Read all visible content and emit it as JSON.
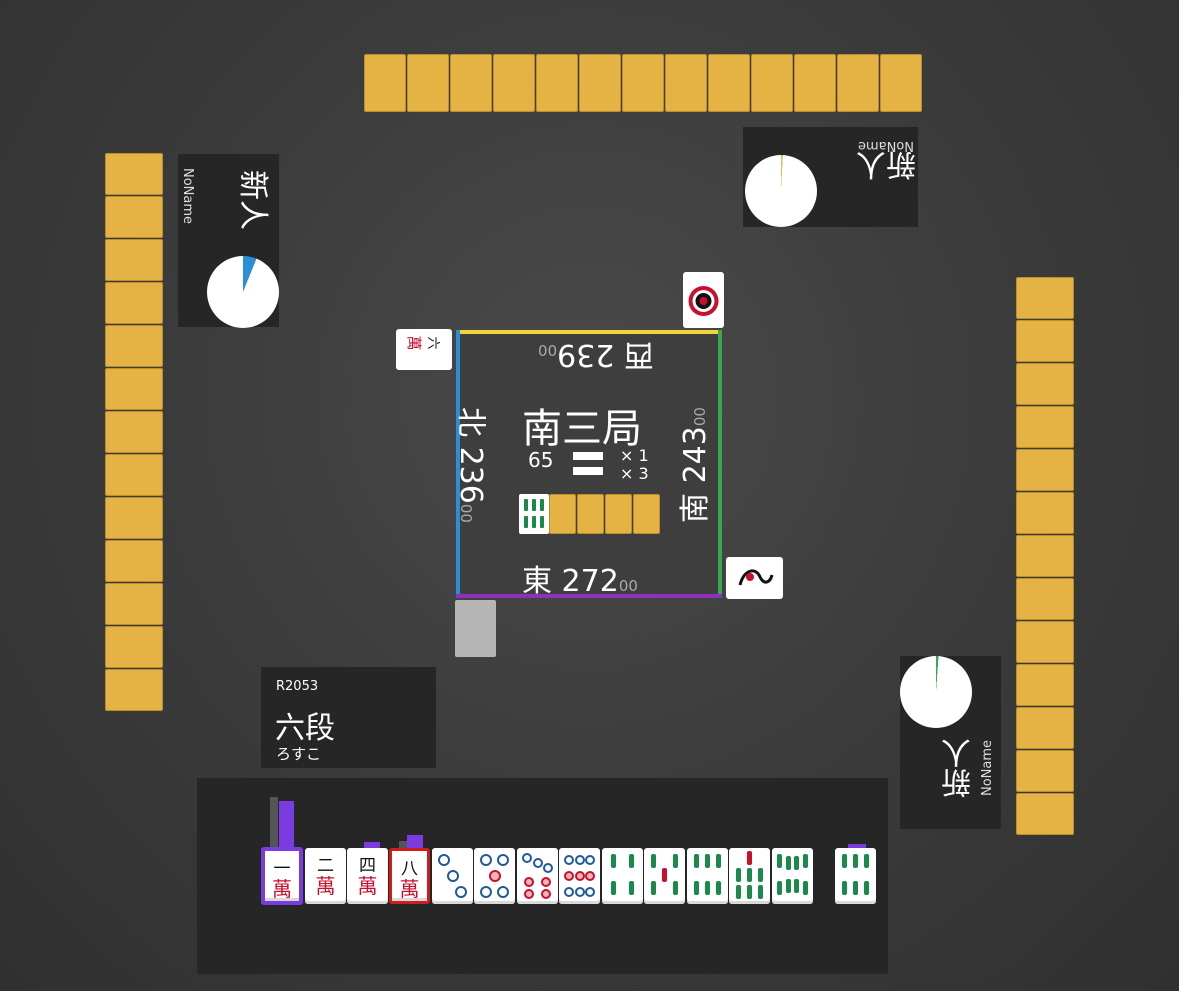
{
  "colors": {
    "tile_back": "#e4b344",
    "north_edge": "#2b8fd6",
    "west_edge": "#f2d33b",
    "south_edge": "#3aa84a",
    "east_edge": "#8e2fbf",
    "highlight": "#7a3ce0",
    "drawn_red": "#d11c1c"
  },
  "self_player": {
    "rating": "R2053",
    "rank": "六段",
    "name": "ろすこ"
  },
  "left_player": {
    "rank": "新人",
    "name": "NoName"
  },
  "top_player": {
    "rank": "新人",
    "name": "NoName"
  },
  "right_player": {
    "rank": "新人",
    "name": "NoName"
  },
  "center": {
    "round": "南三局",
    "tiles_left": "65",
    "honba": "× 1",
    "riichi_sticks": "× 3",
    "scores": {
      "east": {
        "wind": "東",
        "main": "272",
        "small": "00"
      },
      "south": {
        "wind": "南",
        "main": "243",
        "small": "00"
      },
      "west": {
        "wind": "西",
        "main": "239",
        "small": "00"
      },
      "north": {
        "wind": "北",
        "main": "236",
        "small": "00"
      }
    }
  },
  "hand": [
    {
      "top": "一",
      "bot": "萬",
      "kind": "man"
    },
    {
      "top": "二",
      "bot": "萬",
      "kind": "man"
    },
    {
      "top": "四",
      "bot": "萬",
      "kind": "man"
    },
    {
      "top": "八",
      "bot": "萬",
      "kind": "man"
    },
    {
      "kind": "pin",
      "n": 3
    },
    {
      "kind": "pin",
      "n": 5
    },
    {
      "kind": "pin",
      "n": 7
    },
    {
      "kind": "pin",
      "n": 9
    },
    {
      "kind": "sou",
      "n": 4
    },
    {
      "kind": "sou",
      "n": 5
    },
    {
      "kind": "sou",
      "n": 6
    },
    {
      "kind": "sou",
      "n": 7
    },
    {
      "kind": "sou",
      "n": 8
    },
    {
      "kind": "sou",
      "n": 6
    }
  ],
  "discards": {
    "west_tile": "pin-1-red",
    "north_tile_top": "六",
    "north_tile_bot": "萬",
    "south_tile": "sou-1-bird"
  }
}
